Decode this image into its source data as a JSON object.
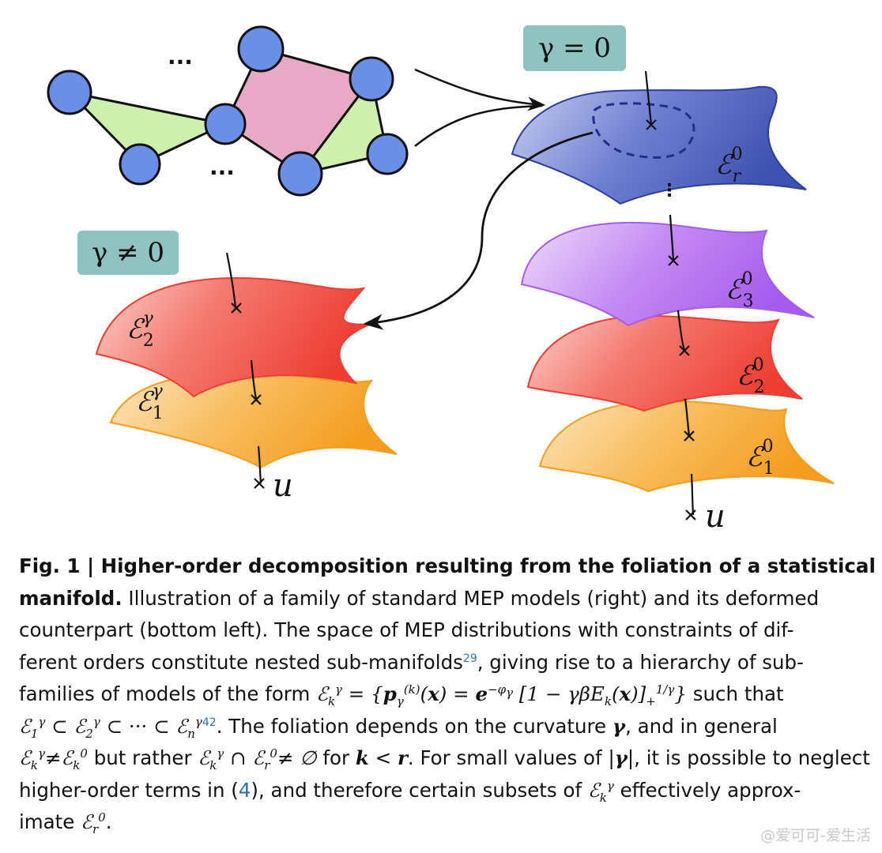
{
  "figure": {
    "gamma_zero_label": "γ = 0",
    "gamma_nonzero_label": "γ ≠ 0",
    "dots": "···",
    "u_label": "u",
    "manifold_labels": {
      "r0": "ℰ",
      "r0_sup": "0",
      "r0_sub": "r",
      "s3_sup": "0",
      "s3_sub": "3",
      "s2_sup": "0",
      "s2_sub": "2",
      "s1_sup": "0",
      "s1_sub": "1",
      "g2_sup": "γ",
      "g2_sub": "2",
      "g1_sup": "γ",
      "g1_sub": "1"
    },
    "colors": {
      "node": "#6b8fe6",
      "pink_face": "#e7a9c3",
      "green_face": "#cdf0ae",
      "blue_sheet": "#5468c4",
      "purple_sheet": "#b16ff0",
      "red_sheet": "#f0564b",
      "orange_sheet": "#f7ae3c",
      "gamma_box": "#8fc3c1"
    }
  },
  "caption": {
    "title_a": "Fig. 1 | Higher-order decomposition resulting from the foliation of a statistical",
    "title_b": "manifold.",
    "l2_rest": " Illustration of a family of standard MEP models (right) and its deformed",
    "l3": "counterpart (bottom left). The space of MEP distributions with constraints of dif-",
    "l4_a": "ferent orders constitute nested sub-manifolds",
    "ref29": "29",
    "l4_b": ", giving rise to a hierarchy of sub-",
    "l5_a": "families of models of the form ",
    "l5_b": " such that",
    "ref42": "42",
    "l6_b": ". The foliation depends on the curvature ",
    "l6_gamma": "γ",
    "l6_c": ", and in general",
    "l7_a": " but rather ",
    "l7_b": " for ",
    "l7_k": "k",
    "l7_lt": " < ",
    "l7_r": "r",
    "l7_c": ". For small values of |",
    "l7_g": "γ",
    "l7_d": "|, it is possible to neglect",
    "l8_a": "higher-order terms in (",
    "eqref4": "4",
    "l8_b": "), and therefore certain subsets of ",
    "l8_c": " effectively approx-",
    "l9_a": "imate ",
    "l9_b": "."
  },
  "watermark": "@爱可可-爱生活"
}
